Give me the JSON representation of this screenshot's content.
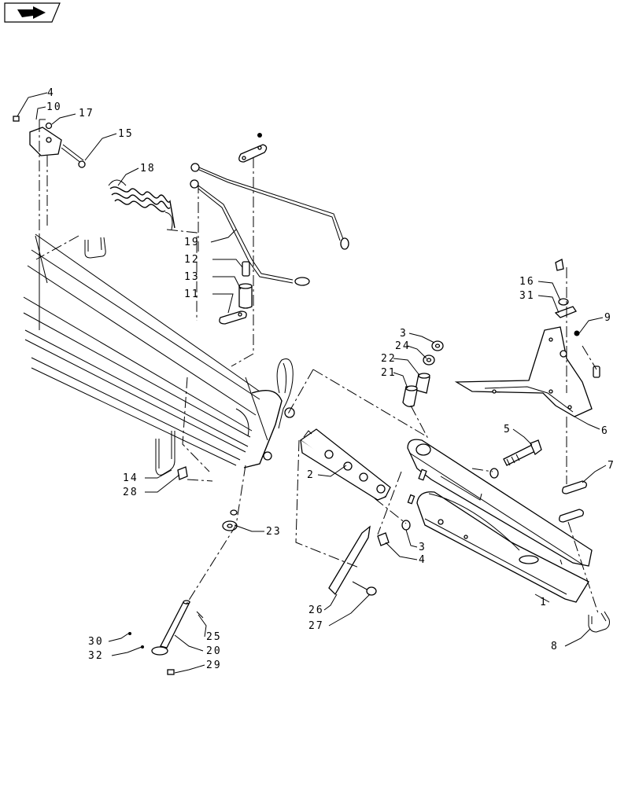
{
  "diagram": {
    "callouts": {
      "c4a": "4",
      "c10": "10",
      "c17": "17",
      "c15": "15",
      "c18": "18",
      "c19": "19",
      "c12": "12",
      "c13": "13",
      "c11": "11",
      "c16": "16",
      "c31": "31",
      "c9": "9",
      "c3a": "3",
      "c24": "24",
      "c22": "22",
      "c21": "21",
      "c6": "6",
      "c5": "5",
      "c7": "7",
      "c2": "2",
      "c14": "14",
      "c28": "28",
      "c23": "23",
      "c3b": "3",
      "c4b": "4",
      "c1": "1",
      "c26": "26",
      "c27": "27",
      "c25": "25",
      "c30": "30",
      "c20": "20",
      "c32": "32",
      "c29": "29",
      "c8": "8"
    }
  },
  "icons": {
    "corner": "forward-arrow-icon"
  }
}
